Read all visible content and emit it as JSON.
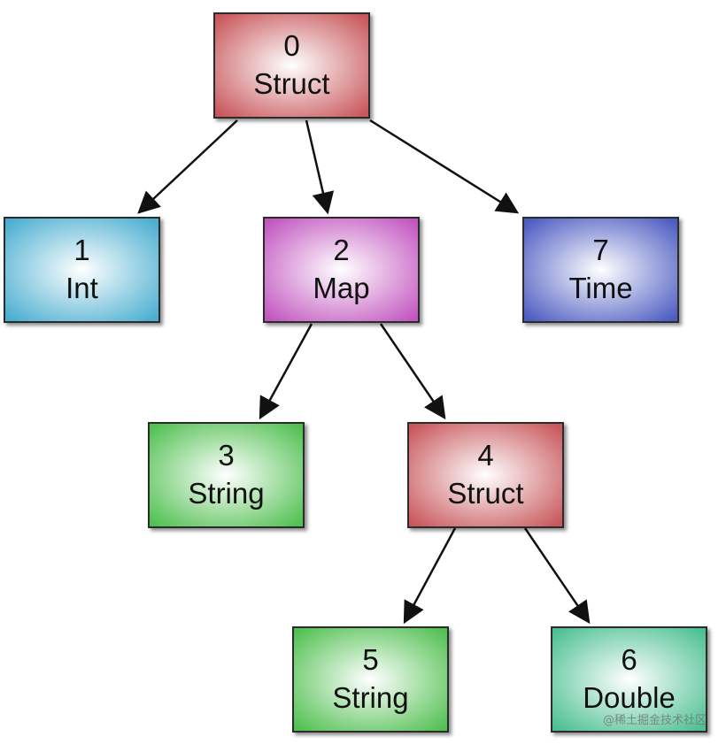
{
  "nodes": [
    {
      "id": "0",
      "type": "Struct",
      "color": "#c8575b"
    },
    {
      "id": "1",
      "type": "Int",
      "color": "#4aaed0"
    },
    {
      "id": "2",
      "type": "Map",
      "color": "#c255c0"
    },
    {
      "id": "7",
      "type": "Time",
      "color": "#4c5cc2"
    },
    {
      "id": "3",
      "type": "String",
      "color": "#52c052"
    },
    {
      "id": "4",
      "type": "Struct",
      "color": "#c8575b"
    },
    {
      "id": "5",
      "type": "String",
      "color": "#52c052"
    },
    {
      "id": "6",
      "type": "Double",
      "color": "#4dc092"
    }
  ],
  "edges": [
    {
      "from": "0",
      "to": "1"
    },
    {
      "from": "0",
      "to": "2"
    },
    {
      "from": "0",
      "to": "7"
    },
    {
      "from": "2",
      "to": "3"
    },
    {
      "from": "2",
      "to": "4"
    },
    {
      "from": "4",
      "to": "5"
    },
    {
      "from": "4",
      "to": "6"
    }
  ],
  "watermark": "@稀土掘金技术社区"
}
